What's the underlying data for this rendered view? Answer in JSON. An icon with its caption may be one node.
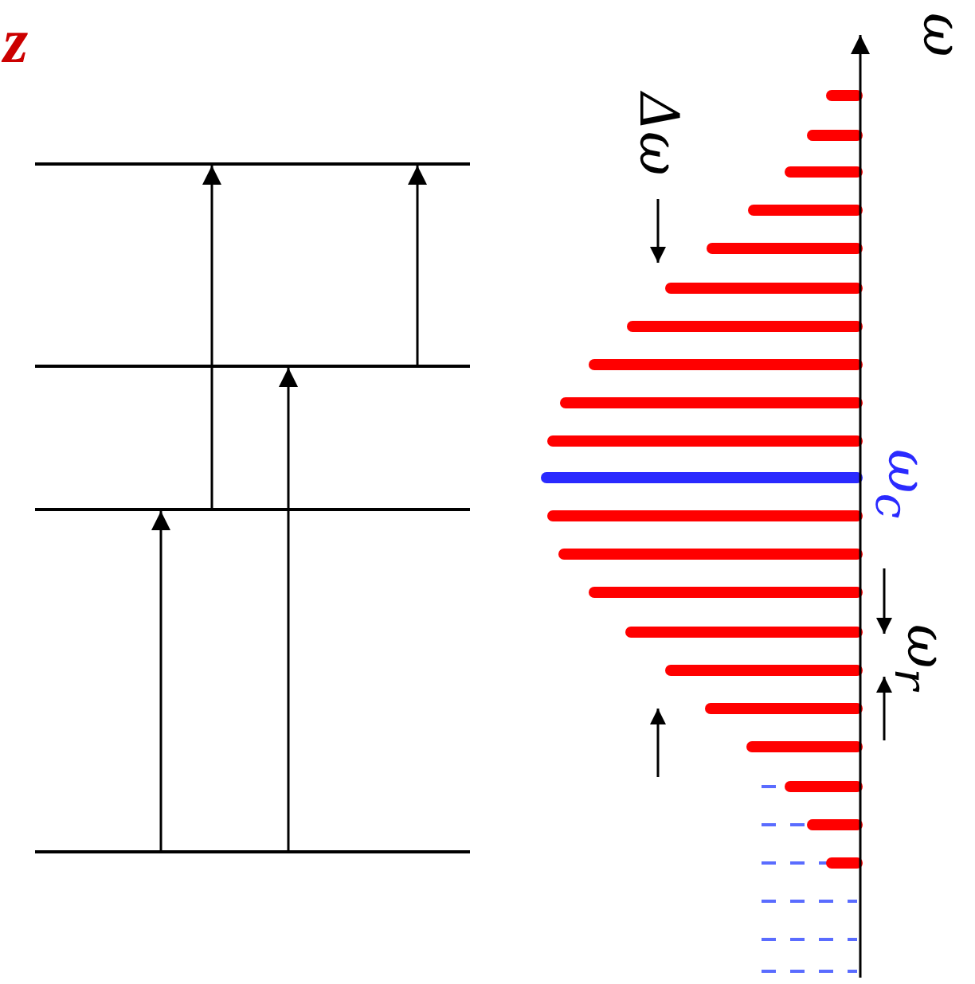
{
  "diagram": {
    "nodes": [
      {
        "text": [],
        "shape": "bar"
      },
      {
        "text": [],
        "shape": "bar"
      },
      {
        "text": [],
        "shape": "bar"
      },
      {
        "text": [],
        "shape": "bar"
      }
    ],
    "edges": [
      {
        "from": 3,
        "to": 2,
        "arrow": "to"
      },
      {
        "from": 2,
        "to": 0,
        "arrow": "to"
      },
      {
        "from": 3,
        "to": 1,
        "arrow": "to"
      },
      {
        "from": 1,
        "to": 0,
        "arrow": "to"
      }
    ],
    "labels": [
      "z",
      "ω",
      "Δω",
      "ω$_{c}$",
      "ω$_{r}$"
    ]
  }
}
